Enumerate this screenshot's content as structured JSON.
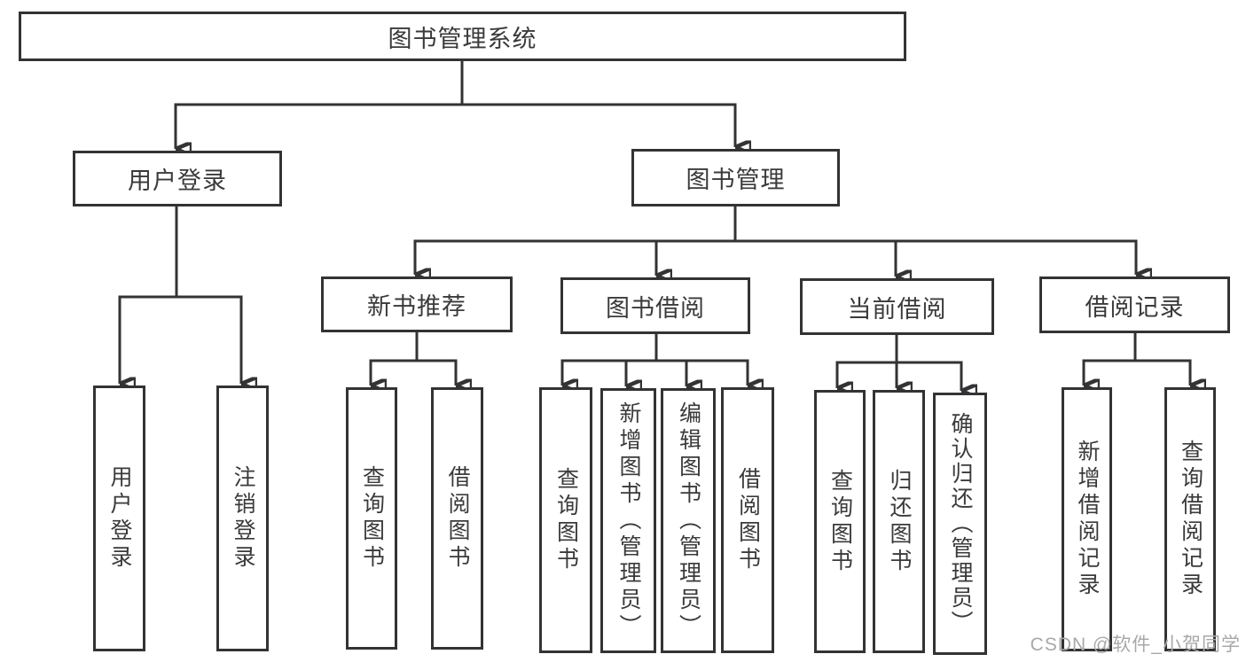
{
  "palette": {
    "line_color": "#333335",
    "text_color": "#3a3a3c",
    "background": "#ffffff",
    "watermark_color": "#a8a8a8"
  },
  "watermark": "CSDN @软件_小贺同学",
  "tree": {
    "root": "图书管理系统",
    "level1": {
      "login": "用户登录",
      "management": "图书管理"
    },
    "level2": {
      "recommend": "新书推荐",
      "borrow": "图书借阅",
      "current": "当前借阅",
      "records": "借阅记录"
    },
    "leaves": {
      "login": [
        "用户登录",
        "注销登录"
      ],
      "recommend": [
        "查询图书",
        "借阅图书"
      ],
      "borrow": [
        "查询图书",
        "新增图书（管理员）",
        "编辑图书（管理员）",
        "借阅图书"
      ],
      "current": [
        "查询图书",
        "归还图书",
        "确认归还（管理员）"
      ],
      "records": [
        "新增借阅记录",
        "查询借阅记录"
      ]
    }
  }
}
